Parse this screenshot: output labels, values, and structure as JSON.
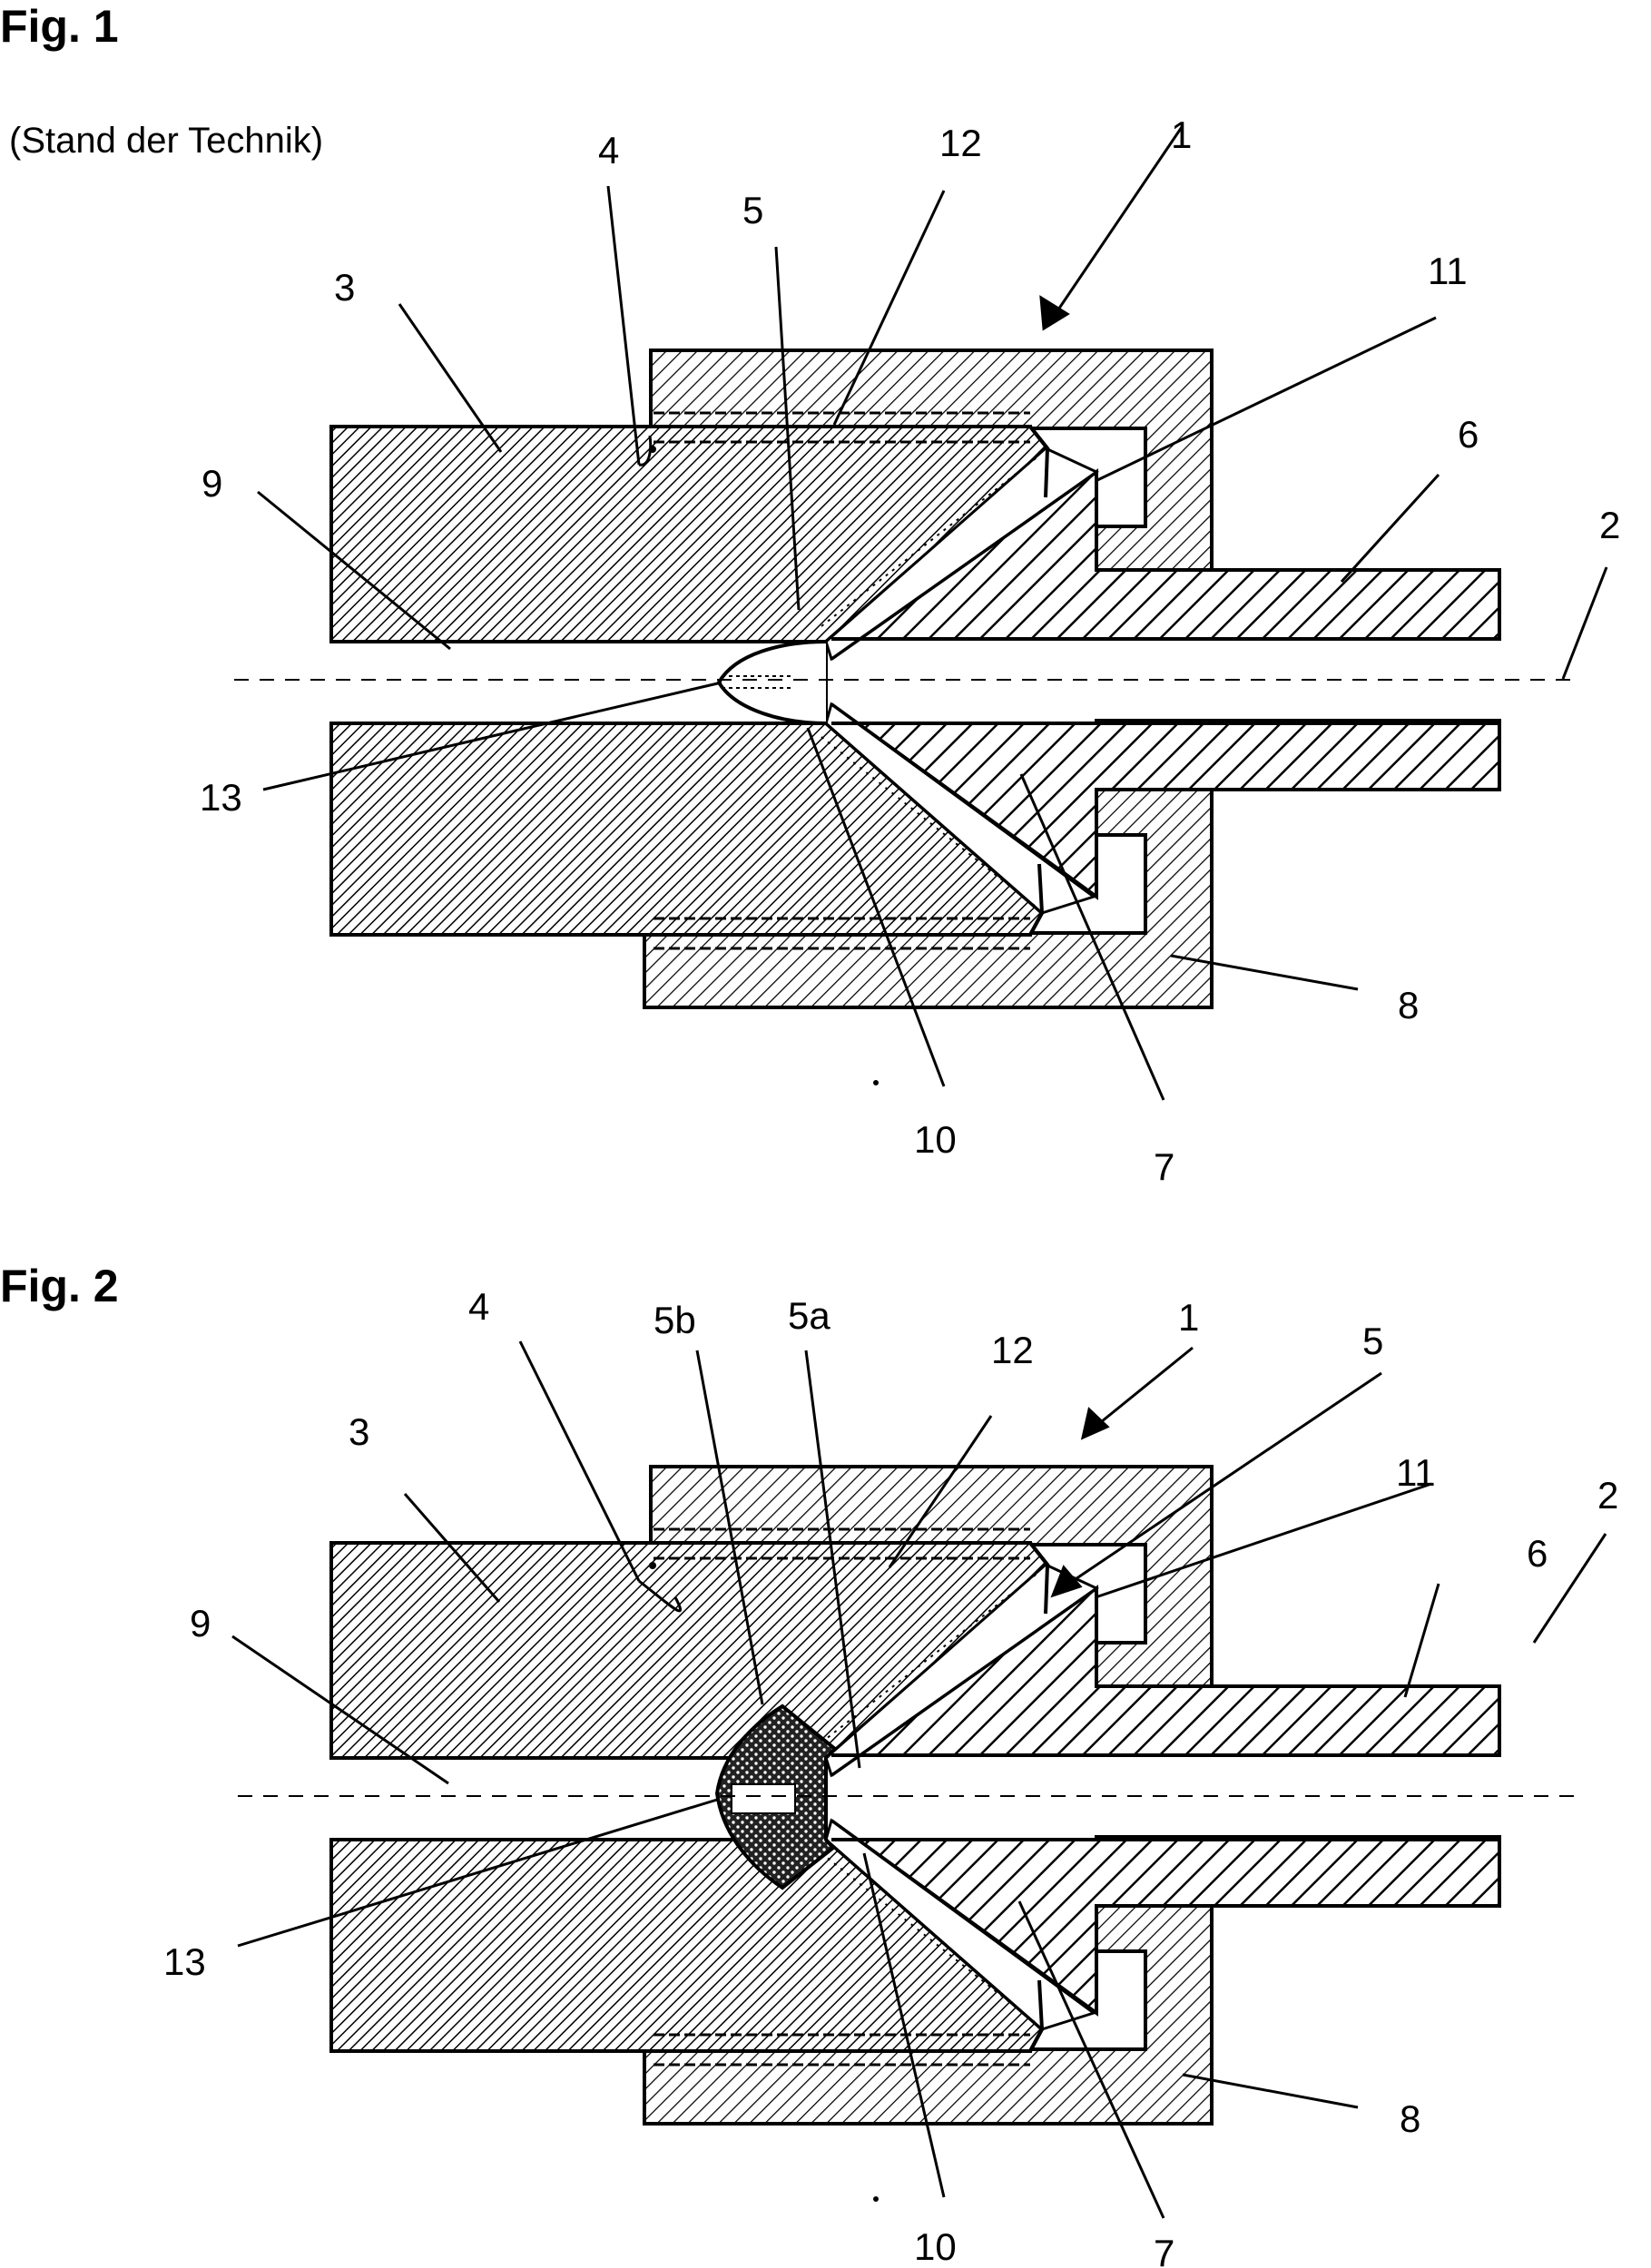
{
  "figures": [
    {
      "title": "Fig. 1",
      "caption": "(Stand der Technik)",
      "refs": {
        "r1": "1",
        "r2": "2",
        "r3": "3",
        "r4": "4",
        "r5": "5",
        "r6": "6",
        "r7": "7",
        "r8": "8",
        "r9": "9",
        "r10": "10",
        "r11": "11",
        "r12": "12",
        "r13": "13"
      }
    },
    {
      "title": "Fig. 2",
      "refs": {
        "r1": "1",
        "r2": "2",
        "r3": "3",
        "r4": "4",
        "r5": "5",
        "r5a": "5a",
        "r5b": "5b",
        "r6": "6",
        "r7": "7",
        "r8": "8",
        "r9": "9",
        "r10": "10",
        "r11": "11",
        "r12": "12",
        "r13": "13"
      }
    }
  ]
}
